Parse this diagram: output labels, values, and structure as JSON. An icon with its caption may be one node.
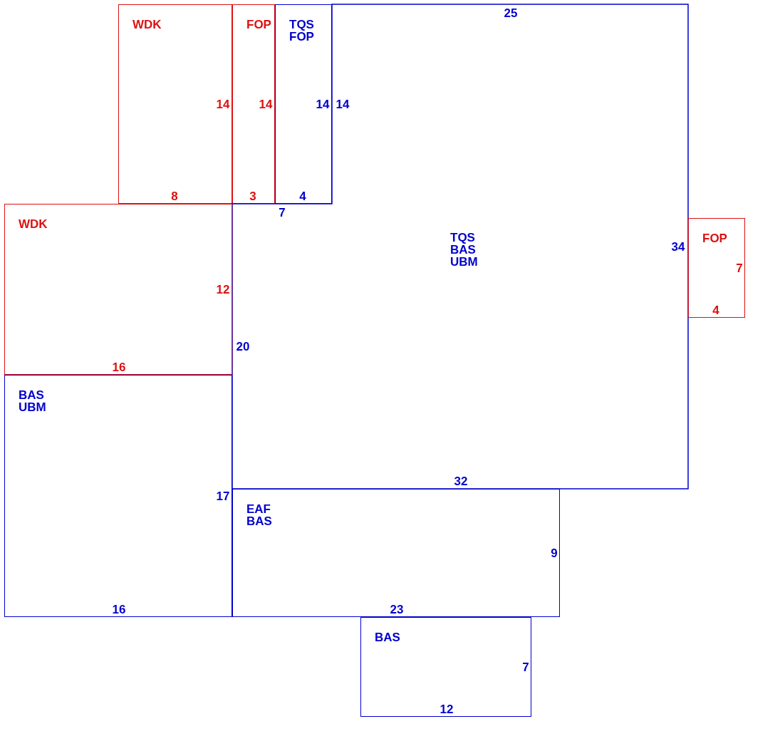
{
  "diagram": {
    "nodes": [
      {
        "text": [
          "WDK"
        ]
      },
      {
        "text": [
          "FOP"
        ]
      },
      {
        "text": [
          "TQS",
          "FOP"
        ]
      },
      {
        "text": [
          "TQS",
          "BAS",
          "UBM"
        ]
      },
      {
        "text": [
          "WDK"
        ]
      },
      {
        "text": [
          "FOP"
        ]
      },
      {
        "text": [
          "BAS",
          "UBM"
        ]
      },
      {
        "text": [
          "EAF",
          "BAS"
        ]
      },
      {
        "text": [
          "BAS"
        ]
      }
    ],
    "labels": [
      "25",
      "14",
      "14",
      "14",
      "14",
      "8",
      "3",
      "4",
      "7",
      "34",
      "7",
      "12",
      "4",
      "20",
      "16",
      "32",
      "17",
      "9",
      "16",
      "23",
      "7",
      "12"
    ]
  }
}
